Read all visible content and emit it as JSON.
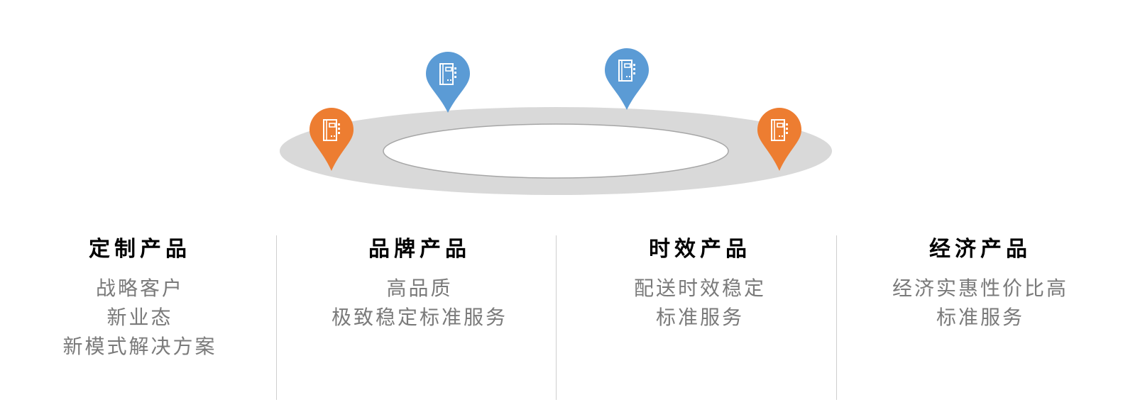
{
  "colors": {
    "orange_pin": "#ED7D31",
    "blue_pin": "#5B9BD5",
    "ring": "#D9D9D9",
    "divider": "#CFCFCF",
    "title_text": "#000000",
    "body_text": "#7A7A7A"
  },
  "pins": [
    {
      "color": "orange",
      "icon": "notebook-icon"
    },
    {
      "color": "blue",
      "icon": "notebook-icon"
    },
    {
      "color": "blue",
      "icon": "notebook-icon"
    },
    {
      "color": "orange",
      "icon": "notebook-icon"
    }
  ],
  "columns": [
    {
      "title": "定制产品",
      "lines": [
        "战略客户",
        "新业态",
        "新模式解决方案"
      ]
    },
    {
      "title": "品牌产品",
      "lines": [
        "高品质",
        "极致稳定标准服务"
      ]
    },
    {
      "title": "时效产品",
      "lines": [
        "配送时效稳定",
        "标准服务"
      ]
    },
    {
      "title": "经济产品",
      "lines": [
        "经济实惠性价比高",
        "标准服务"
      ]
    }
  ]
}
